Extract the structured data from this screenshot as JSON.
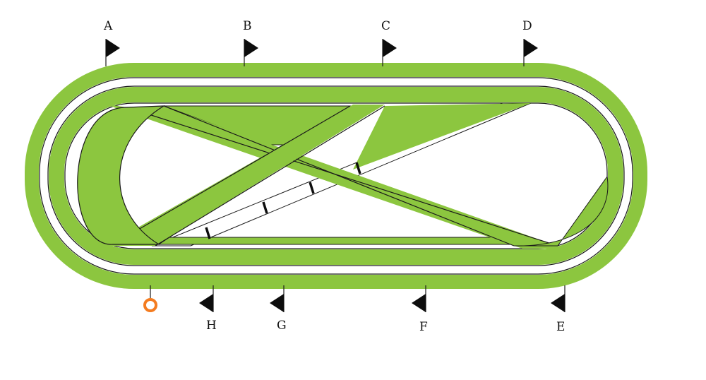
{
  "colors": {
    "turf": "#8cc63f",
    "turf_dark": "#6faa2c",
    "rail": "#1a1a1a",
    "flag": "#0d0d0d",
    "start_marker": "#f47c20",
    "background": "#ffffff"
  },
  "flags_top": [
    {
      "label": "A",
      "icon": "flag-right-icon"
    },
    {
      "label": "B",
      "icon": "flag-right-icon"
    },
    {
      "label": "C",
      "icon": "flag-right-icon"
    },
    {
      "label": "D",
      "icon": "flag-right-icon"
    }
  ],
  "flags_bottom": [
    {
      "label": "H",
      "icon": "flag-left-icon"
    },
    {
      "label": "G",
      "icon": "flag-left-icon"
    },
    {
      "label": "F",
      "icon": "flag-left-icon"
    },
    {
      "label": "E",
      "icon": "flag-left-icon"
    }
  ],
  "start_marker": {
    "icon": "ring-marker-icon"
  }
}
